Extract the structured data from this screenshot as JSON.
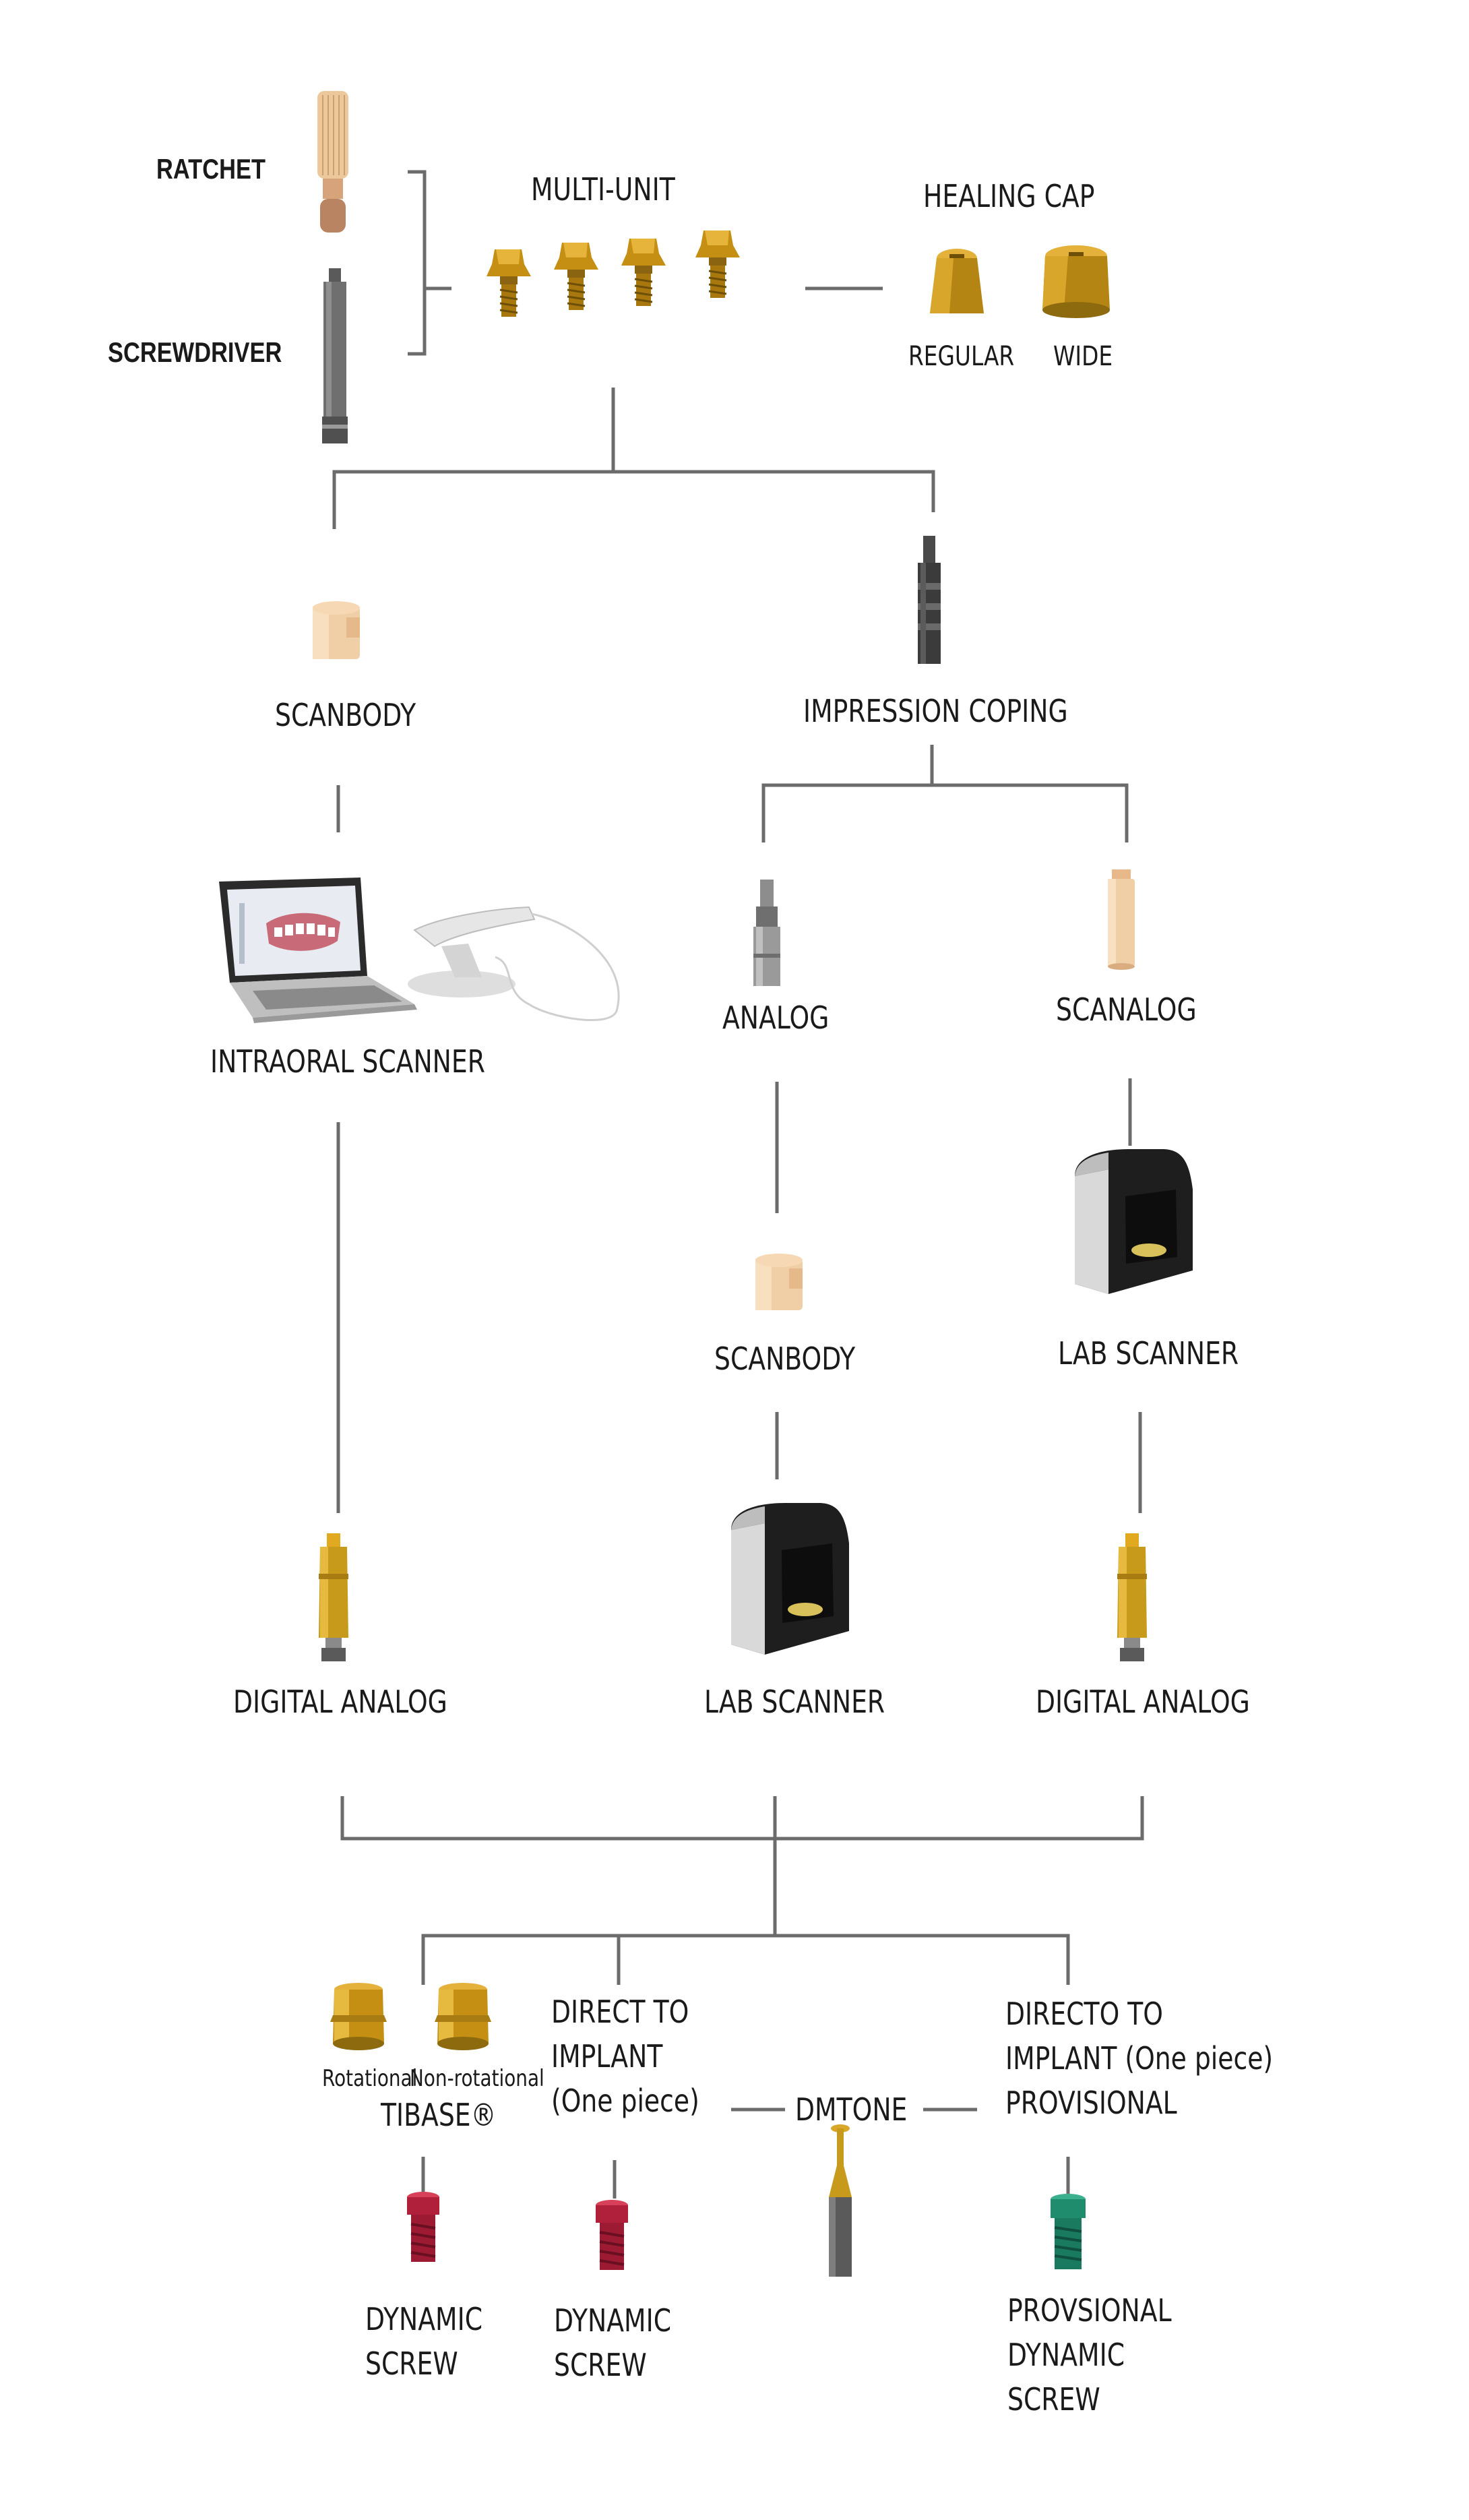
{
  "diagram": {
    "tools": {
      "ratchet": "RATCHET",
      "screwdriver": "SCREWDRIVER"
    },
    "multi_unit": "MULTI-UNIT",
    "healing_cap": {
      "title": "HEALING CAP",
      "regular": "REGULAR",
      "wide": "WIDE"
    },
    "scanbody_1": "SCANBODY",
    "impression_coping": "IMPRESSION COPING",
    "intraoral_scanner": "INTRAORAL SCANNER",
    "analog": "ANALOG",
    "scanalog": "SCANALOG",
    "scanbody_2": "SCANBODY",
    "lab_scanner_1": "LAB SCANNER",
    "lab_scanner_2": "LAB SCANNER",
    "digital_analog_1": "DIGITAL ANALOG",
    "digital_analog_2": "DIGITAL ANALOG",
    "tibase": {
      "rotational": "Rotational",
      "non_rotational": "Non-rotational",
      "title": "TIBASE®"
    },
    "direct_to_implant": [
      "DIRECT TO",
      "IMPLANT",
      "(One piece)"
    ],
    "dmtone": "DMTONE",
    "direct_provisional": [
      "DIRECTO TO",
      "IMPLANT (One piece)",
      "PROVISIONAL"
    ],
    "dynamic_screw_1": [
      "DYNAMIC",
      "SCREW"
    ],
    "dynamic_screw_2": [
      "DYNAMIC",
      "SCREW"
    ],
    "provisional_screw": [
      "PROVSIONAL",
      "DYNAMIC",
      "SCREW"
    ]
  },
  "colors": {
    "line": "#6b6b6b",
    "gold": "#c89a1c",
    "peach": "#f1cfa6",
    "steel": "#8c8c8c",
    "dark_steel": "#4a4a4a",
    "crimson": "#b0203a",
    "teal": "#1f8c6e",
    "scanner_black": "#1e1e1e"
  },
  "icons": [
    "ratchet-icon",
    "screwdriver-icon",
    "multi-unit-abutment-icon",
    "healing-cap-regular-icon",
    "healing-cap-wide-icon",
    "scanbody-icon",
    "impression-coping-icon",
    "laptop-scanner-icon",
    "analog-icon",
    "scanalog-icon",
    "lab-scanner-icon",
    "digital-analog-icon",
    "tibase-icon",
    "dynamic-screw-icon",
    "dmtone-icon",
    "provisional-screw-icon"
  ]
}
